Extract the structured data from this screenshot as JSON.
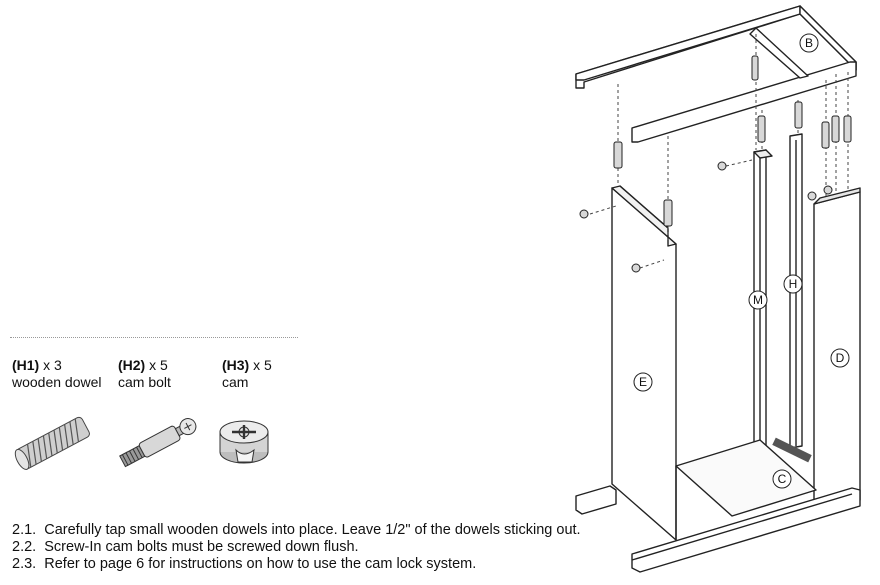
{
  "parts": [
    {
      "code": "(H1)",
      "qty": "x 3",
      "name": "wooden dowel",
      "icon": "wooden-dowel-icon"
    },
    {
      "code": "(H2)",
      "qty": "x 5",
      "name": "cam bolt",
      "icon": "cam-bolt-icon"
    },
    {
      "code": "(H3)",
      "qty": "x 5",
      "name": "cam",
      "icon": "cam-icon"
    }
  ],
  "steps": [
    {
      "num": "2.1.",
      "text": "Carefully tap small wooden dowels into place.  Leave 1/2\" of the dowels sticking out."
    },
    {
      "num": "2.2.",
      "text": "Screw-In cam bolts must be screwed down flush."
    },
    {
      "num": "2.3.",
      "text": "Refer to page 6 for instructions on how to use the cam lock system."
    }
  ],
  "diagram_labels": {
    "b": "B",
    "e": "E",
    "d": "D",
    "m": "M",
    "h": "H",
    "c": "C"
  }
}
